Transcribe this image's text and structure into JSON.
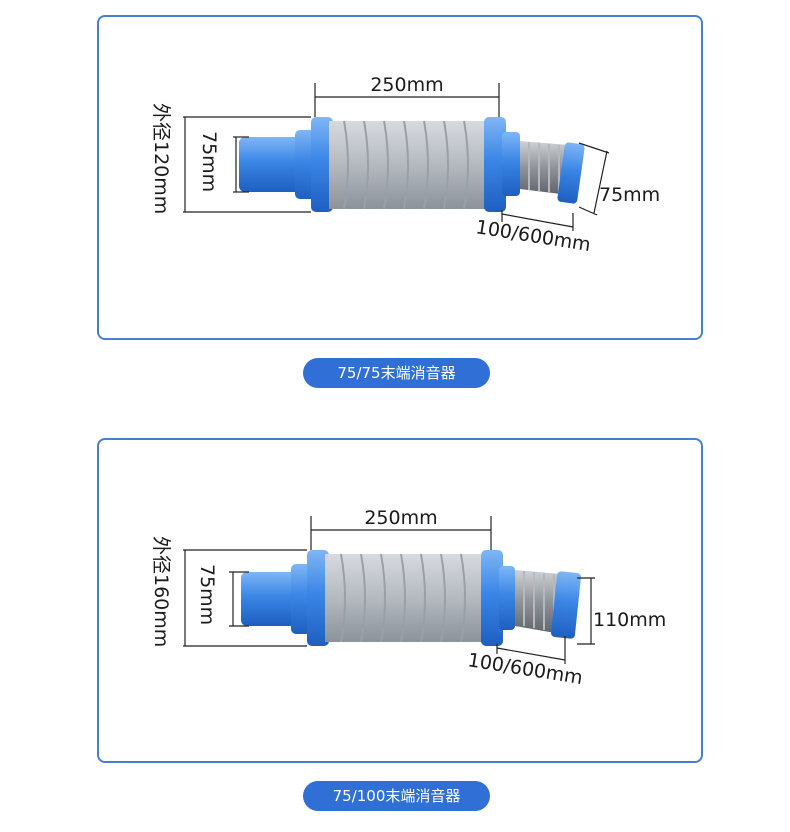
{
  "products": [
    {
      "caption": "75/75末端消音器",
      "dimensions": {
        "length": "250mm",
        "outer_diameter": "外径120mm",
        "inlet": "75mm",
        "outlet": "75mm",
        "hose": "100/600mm"
      }
    },
    {
      "caption": "75/100末端消音器",
      "dimensions": {
        "length": "250mm",
        "outer_diameter": "外径160mm",
        "inlet": "75mm",
        "outlet": "110mm",
        "hose": "100/600mm"
      }
    }
  ],
  "colors": {
    "panel_border": "#4a7fd0",
    "caption_bg": "#2f6fd6",
    "pipe_blue": "#2f7fe0",
    "body_gray": "#b9bec4"
  }
}
